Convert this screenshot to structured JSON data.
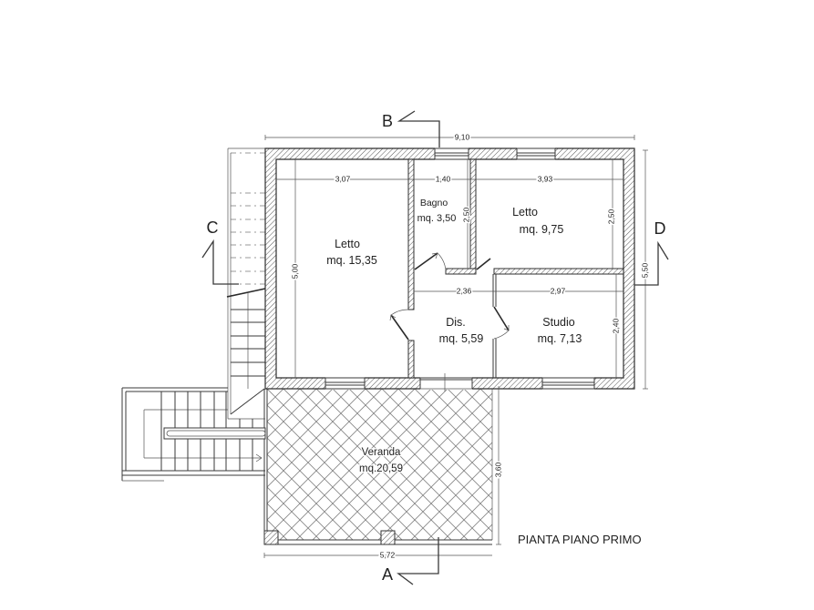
{
  "title": "PIANTA PIANO PRIMO",
  "section_markers": {
    "a": "A",
    "b": "B",
    "c": "C",
    "d": "D"
  },
  "rooms": [
    {
      "name": "Letto",
      "area": "mq. 15,35"
    },
    {
      "name": "Bagno",
      "area": "mq. 3,50"
    },
    {
      "name": "Letto",
      "area": "mq. 9,75"
    },
    {
      "name": "Dis.",
      "area": "mq. 5,59"
    },
    {
      "name": "Studio",
      "area": "mq. 7,13"
    },
    {
      "name": "Veranda",
      "area": "mq.20,59"
    }
  ],
  "dimensions": {
    "overall_width": "9,10",
    "overall_depth": "5,50",
    "letto_large_width": "3,07",
    "bagno_width": "1,40",
    "letto_small_width": "3,93",
    "letto_large_depth": "5,00",
    "bagno_depth": "2,50",
    "letto_small_depth": "2,50",
    "dis_width": "2,36",
    "studio_width": "2,97",
    "studio_depth": "2,40",
    "veranda_width": "5,72",
    "veranda_depth": "3,60"
  },
  "colors": {
    "line": "#3a3a3a",
    "background": "#ffffff"
  }
}
